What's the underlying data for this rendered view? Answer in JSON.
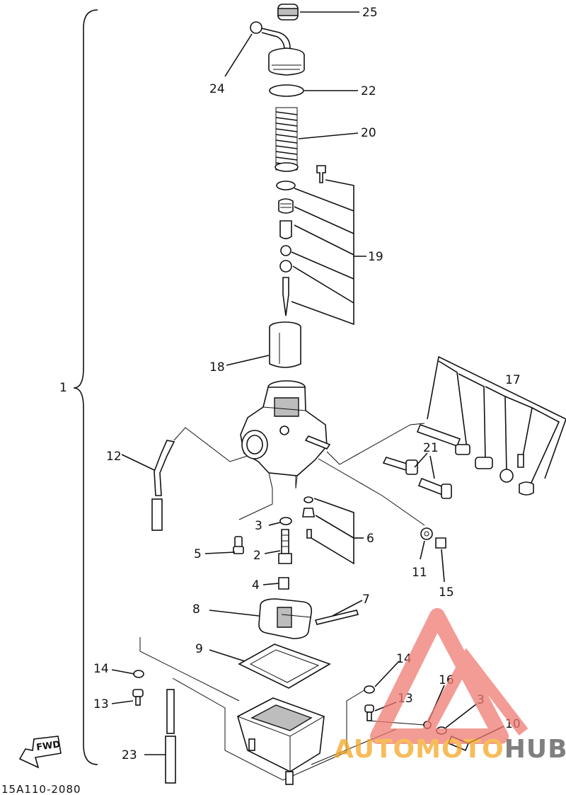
{
  "diagram": {
    "drawing_code": "15A110-2080",
    "fwd_label": "FWD",
    "assembly_label": "1",
    "callouts": [
      {
        "id": "c25",
        "text": "25"
      },
      {
        "id": "c24",
        "text": "24"
      },
      {
        "id": "c22",
        "text": "22"
      },
      {
        "id": "c20",
        "text": "20"
      },
      {
        "id": "c19",
        "text": "19"
      },
      {
        "id": "c18",
        "text": "18"
      },
      {
        "id": "c17",
        "text": "17"
      },
      {
        "id": "c12",
        "text": "12"
      },
      {
        "id": "c21",
        "text": "21"
      },
      {
        "id": "c3a",
        "text": "3"
      },
      {
        "id": "c6",
        "text": "6"
      },
      {
        "id": "c5",
        "text": "5"
      },
      {
        "id": "c2",
        "text": "2"
      },
      {
        "id": "c11",
        "text": "11"
      },
      {
        "id": "c15",
        "text": "15"
      },
      {
        "id": "c4",
        "text": "4"
      },
      {
        "id": "c8",
        "text": "8"
      },
      {
        "id": "c7",
        "text": "7"
      },
      {
        "id": "c9",
        "text": "9"
      },
      {
        "id": "c14a",
        "text": "14"
      },
      {
        "id": "c13a",
        "text": "13"
      },
      {
        "id": "c14b",
        "text": "14"
      },
      {
        "id": "c13b",
        "text": "13"
      },
      {
        "id": "c16",
        "text": "16"
      },
      {
        "id": "c3b",
        "text": "3"
      },
      {
        "id": "c10",
        "text": "10"
      },
      {
        "id": "c23",
        "text": "23"
      }
    ]
  },
  "watermark": {
    "part1": "AUTOMOTO",
    "part2": "HUB",
    "color_primary": "#f07a72",
    "color_secondary": "#f5a623",
    "color_hub": "#555555"
  }
}
